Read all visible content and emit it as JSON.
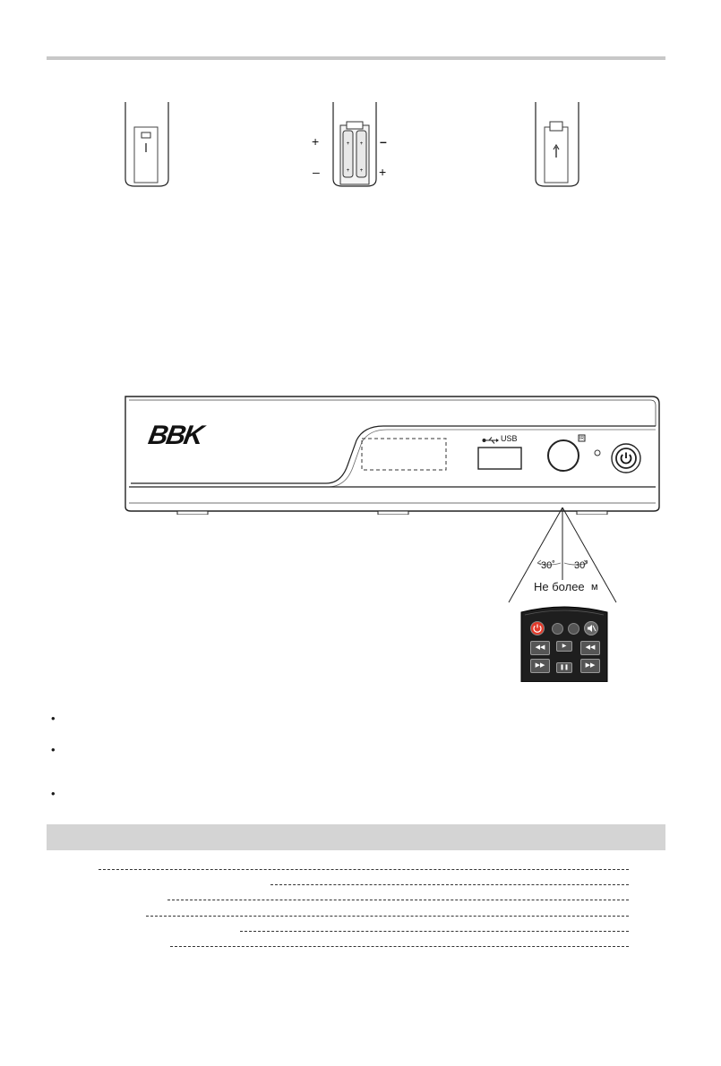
{
  "figure_battery": {
    "plus_left": "+",
    "minus_left": "–",
    "minus_right": "–",
    "plus_right": "+"
  },
  "device": {
    "brand_logo": "BBK",
    "usb_label": "USB",
    "ir_label": "IR",
    "icons": [
      "usb-icon",
      "power-icon"
    ]
  },
  "range_diagram": {
    "angle_left": "30˚",
    "angle_right": "30˚",
    "distance_text": "Не более",
    "unit": "м"
  },
  "remote_icons": [
    "power-icon",
    "mute-icon",
    "prev-icon",
    "play-icon",
    "rewind-icon",
    "next-icon",
    "pause-icon",
    "fast-forward-icon"
  ],
  "bullets": [
    "•",
    "•",
    "•"
  ],
  "colors": {
    "header_bar": "#c8c8c8",
    "section_bar": "#d4d4d4",
    "remote_body": "#1e1e1e",
    "remote_power": "#e23a2a"
  }
}
